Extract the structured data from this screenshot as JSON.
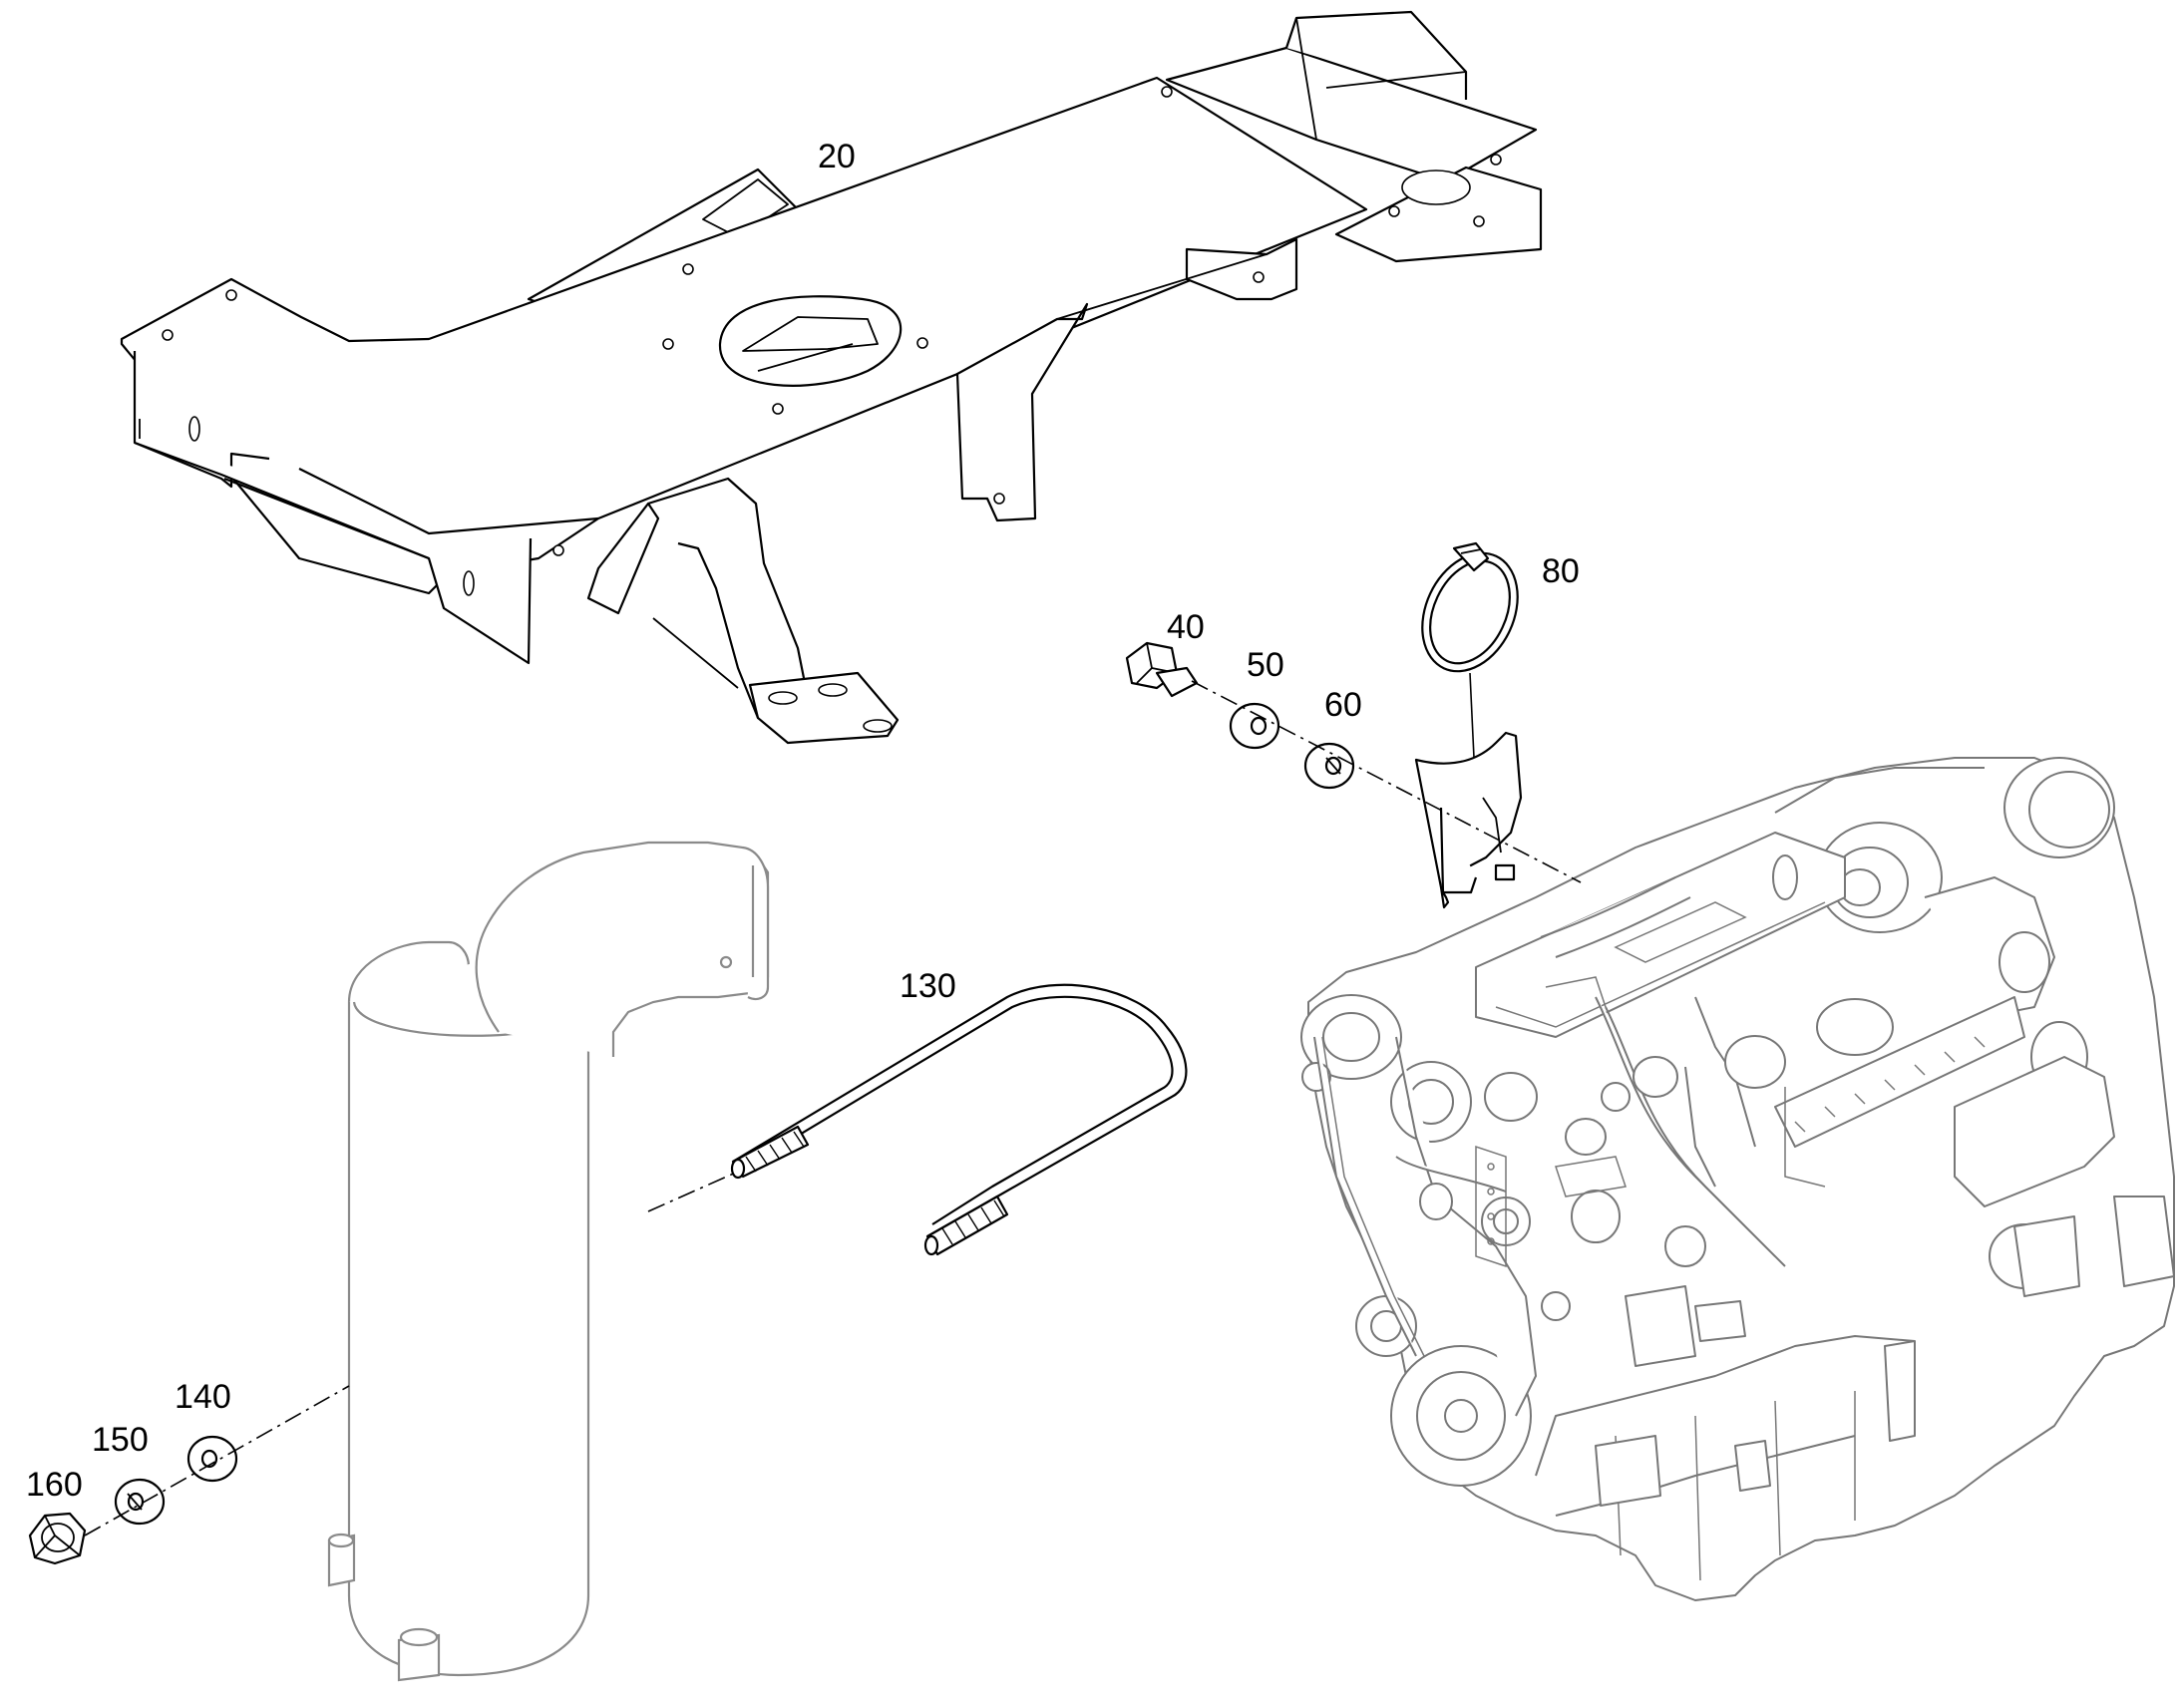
{
  "callouts": {
    "c20": "20",
    "c40": "40",
    "c50": "50",
    "c60": "60",
    "c80": "80",
    "c130": "130",
    "c140": "140",
    "c150": "150",
    "c160": "160"
  },
  "colors": {
    "line": "#000000",
    "engine_gray": "#777777",
    "muffler_gray": "#8a8a8a",
    "background": "#ffffff"
  }
}
